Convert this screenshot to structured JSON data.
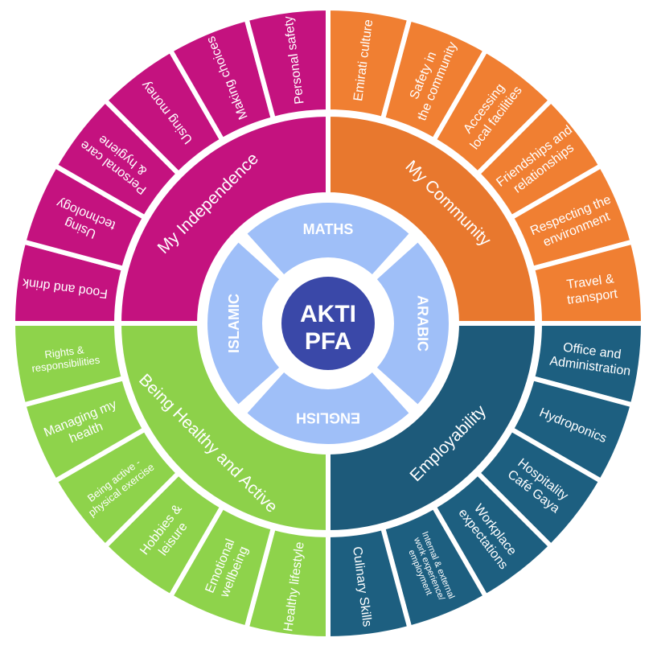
{
  "center": {
    "line1": "AKTI",
    "line2": "PFA",
    "color": "#3a48a8"
  },
  "core_subjects": {
    "color": "#9fbff8",
    "items": [
      "MATHS",
      "ARABIC",
      "ENGLISH",
      "ISLAMIC"
    ]
  },
  "themes": [
    {
      "name": "My Independence",
      "color": "#c4127f",
      "outer_color": "#c4127f",
      "topics": [
        "Food and drink",
        "Using\ntechnology",
        "Personal care\n& hygiene",
        "Using money",
        "Making choices",
        "Personal safety"
      ]
    },
    {
      "name": "My Community",
      "color": "#e8782e",
      "outer_color": "#f07f32",
      "topics": [
        "Emirati culture",
        "Safety in\nthe community",
        "Accessing\nlocal facilities",
        "Friendships and\nrelationships",
        "Respecting the\nenvironment",
        "Travel &\ntransport"
      ]
    },
    {
      "name": "Employability",
      "color": "#1d5a7a",
      "outer_color": "#1d5f80",
      "topics": [
        "Office and\nAdministration",
        "Hydroponics",
        "Hospitality\nCafé Gaya",
        "Workplace\nexpectations",
        "Internal & external\nwork experience/\nemployment",
        "Culinary Skills"
      ]
    },
    {
      "name": "Being Healthy and Active",
      "color": "#8dd14a",
      "outer_color": "#8ed34b",
      "topics": [
        "Healthy lifestyle",
        "Emotional\nwellbeing",
        "Hobbies &\nleisure",
        "Being active -\nphysical exercise",
        "Managing my\nhealth",
        "Rights &\nresponsibilities"
      ]
    }
  ]
}
